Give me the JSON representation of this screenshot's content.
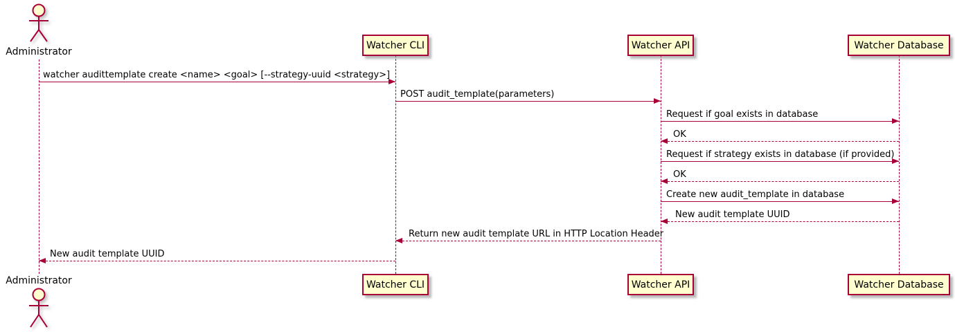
{
  "diagram_type": "sequence",
  "colors": {
    "accent": "#A80036",
    "participant_fill": "#FEFECE",
    "text": "#000000",
    "background": "#FFFFFF"
  },
  "participants": [
    {
      "name": "Administrator",
      "kind": "actor"
    },
    {
      "name": "Watcher CLI",
      "kind": "participant"
    },
    {
      "name": "Watcher API",
      "kind": "participant"
    },
    {
      "name": "Watcher Database",
      "kind": "participant"
    }
  ],
  "messages": [
    {
      "from": "Administrator",
      "to": "Watcher CLI",
      "text": "watcher audittemplate create <name> <goal> [--strategy-uuid <strategy>]",
      "line": "solid"
    },
    {
      "from": "Watcher CLI",
      "to": "Watcher API",
      "text": "POST audit_template(parameters)",
      "line": "solid"
    },
    {
      "from": "Watcher API",
      "to": "Watcher Database",
      "text": "Request if goal exists in database",
      "line": "solid"
    },
    {
      "from": "Watcher Database",
      "to": "Watcher API",
      "text": "OK",
      "line": "dashed"
    },
    {
      "from": "Watcher API",
      "to": "Watcher Database",
      "text": "Request if strategy exists in database (if provided)",
      "line": "solid"
    },
    {
      "from": "Watcher Database",
      "to": "Watcher API",
      "text": "OK",
      "line": "dashed"
    },
    {
      "from": "Watcher API",
      "to": "Watcher Database",
      "text": "Create new audit_template in database",
      "line": "solid"
    },
    {
      "from": "Watcher Database",
      "to": "Watcher API",
      "text": "New audit template UUID",
      "line": "dashed"
    },
    {
      "from": "Watcher API",
      "to": "Watcher CLI",
      "text": "Return new audit template URL in HTTP Location Header",
      "line": "dashed"
    },
    {
      "from": "Watcher CLI",
      "to": "Administrator",
      "text": "New audit template UUID",
      "line": "dashed"
    }
  ]
}
